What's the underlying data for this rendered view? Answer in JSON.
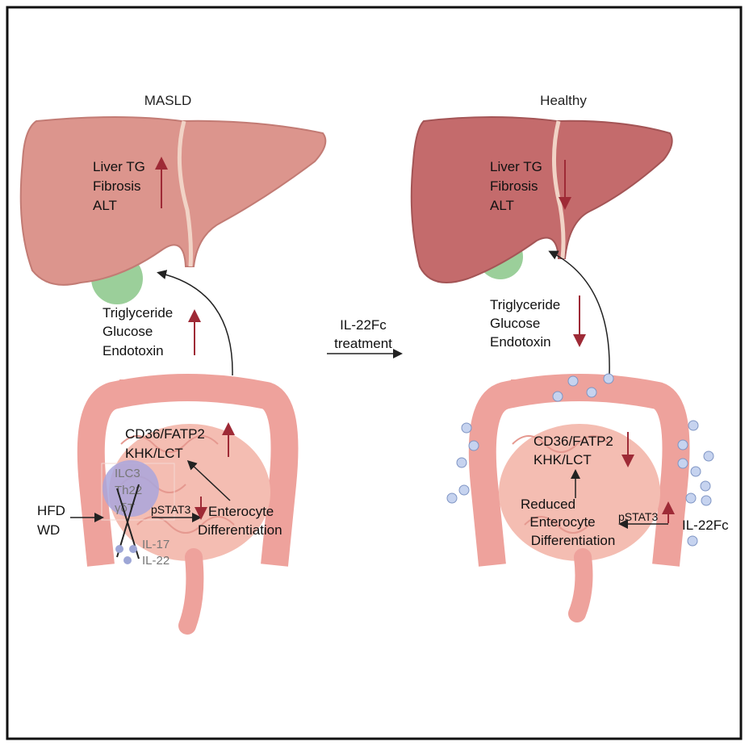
{
  "left_panel": {
    "title": "MASLD",
    "liver_labels": [
      "Liver TG",
      "Fibrosis",
      "ALT"
    ],
    "blood_labels": [
      "Triglyceride",
      "Glucose",
      "Endotoxin"
    ],
    "gene_labels": [
      "CD36/FATP2",
      "KHK/LCT"
    ],
    "immune_cells": [
      "ILC3",
      "Th22",
      "γδT"
    ],
    "diet_labels": [
      "HFD",
      "WD"
    ],
    "cytokines": [
      "IL-17",
      "IL-22"
    ],
    "pstat3": "pSTAT3",
    "enterocyte": [
      "Enterocyte",
      "Differentiation"
    ]
  },
  "treatment": {
    "lines": [
      "IL-22Fc",
      "treatment"
    ]
  },
  "right_panel": {
    "title": "Healthy",
    "liver_labels": [
      "Liver TG",
      "Fibrosis",
      "ALT"
    ],
    "blood_labels": [
      "Triglyceride",
      "Glucose",
      "Endotoxin"
    ],
    "gene_labels": [
      "CD36/FATP2",
      "KHK/LCT"
    ],
    "enterocyte": [
      "Reduced",
      "Enterocyte",
      "Differentiation"
    ],
    "pstat3": "pSTAT3",
    "drug": "IL-22Fc"
  },
  "colors": {
    "up_arrow": "#9e2a36",
    "liver_masld": "#dc958d",
    "liver_healthy": "#c46b6c",
    "intestine": "#eea29c",
    "drug_dot": "#c6d3ef"
  }
}
